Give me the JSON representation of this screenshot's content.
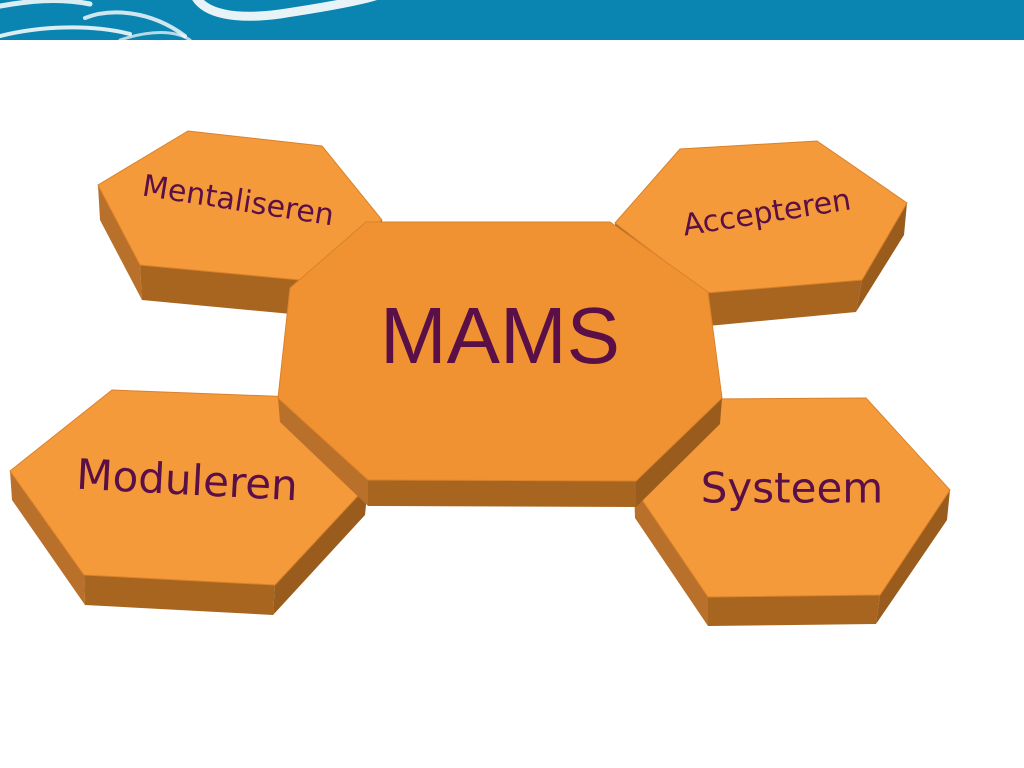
{
  "colors": {
    "header_blue": "#0a84b0",
    "hex_top": "#f59a3a",
    "hex_side": "#a8651f",
    "text_purple": "#5a0f46"
  },
  "diagram": {
    "center": {
      "label": "MAMS"
    },
    "nodes": [
      {
        "id": "mentaliseren",
        "label": "Mentaliseren"
      },
      {
        "id": "accepteren",
        "label": "Accepteren"
      },
      {
        "id": "moduleren",
        "label": "Moduleren"
      },
      {
        "id": "systeem",
        "label": "Systeem"
      }
    ]
  }
}
